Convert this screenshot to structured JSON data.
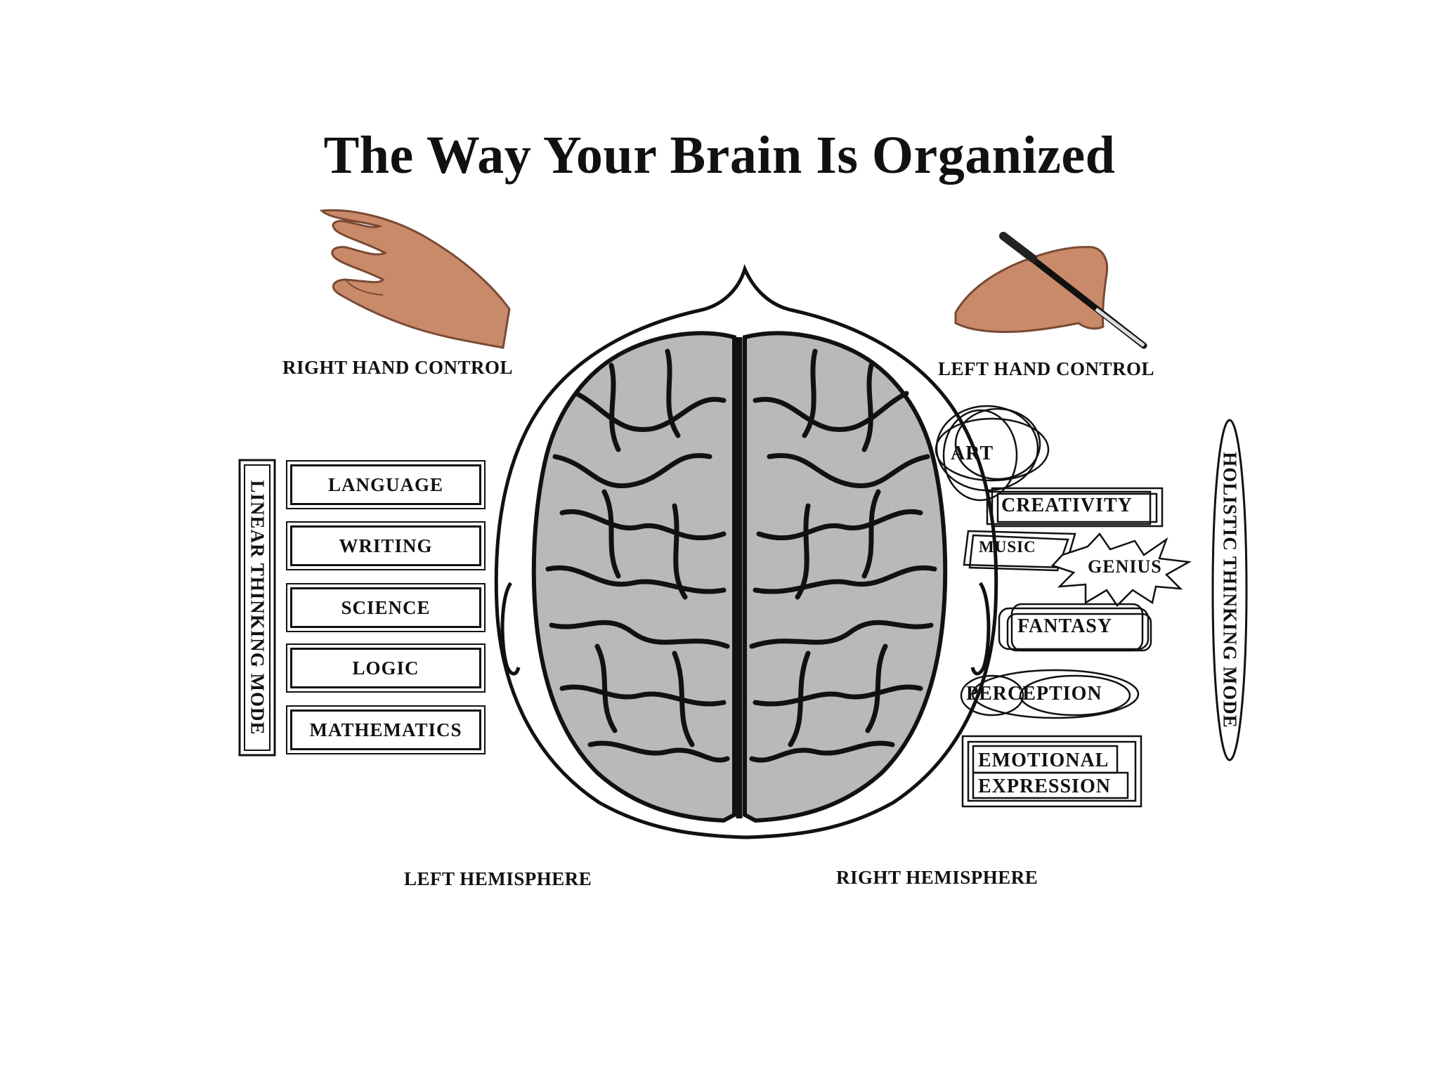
{
  "title": "The Way Your Brain Is Organized",
  "hands": {
    "right_hand_label": "RIGHT HAND CONTROL",
    "left_hand_label": "LEFT HAND CONTROL"
  },
  "left_side": {
    "mode_label": "LINEAR THINKING MODE",
    "items": [
      "LANGUAGE",
      "WRITING",
      "SCIENCE",
      "LOGIC",
      "MATHEMATICS"
    ]
  },
  "right_side": {
    "mode_label": "HOLISTIC THINKING MODE",
    "art": "ART",
    "creativity": "CREATIVITY",
    "music": "MUSIC",
    "genius": "GENIUS",
    "fantasy": "FANTASY",
    "perception": "PERCEPTION",
    "emotional_line1": "EMOTIONAL",
    "emotional_line2": "EXPRESSION"
  },
  "hemispheres": {
    "left": "LEFT HEMISPHERE",
    "right": "RIGHT HEMISPHERE"
  },
  "colors": {
    "brain_fill": "#b9b9bb",
    "line": "#111111",
    "skin": "#c98a6a"
  }
}
